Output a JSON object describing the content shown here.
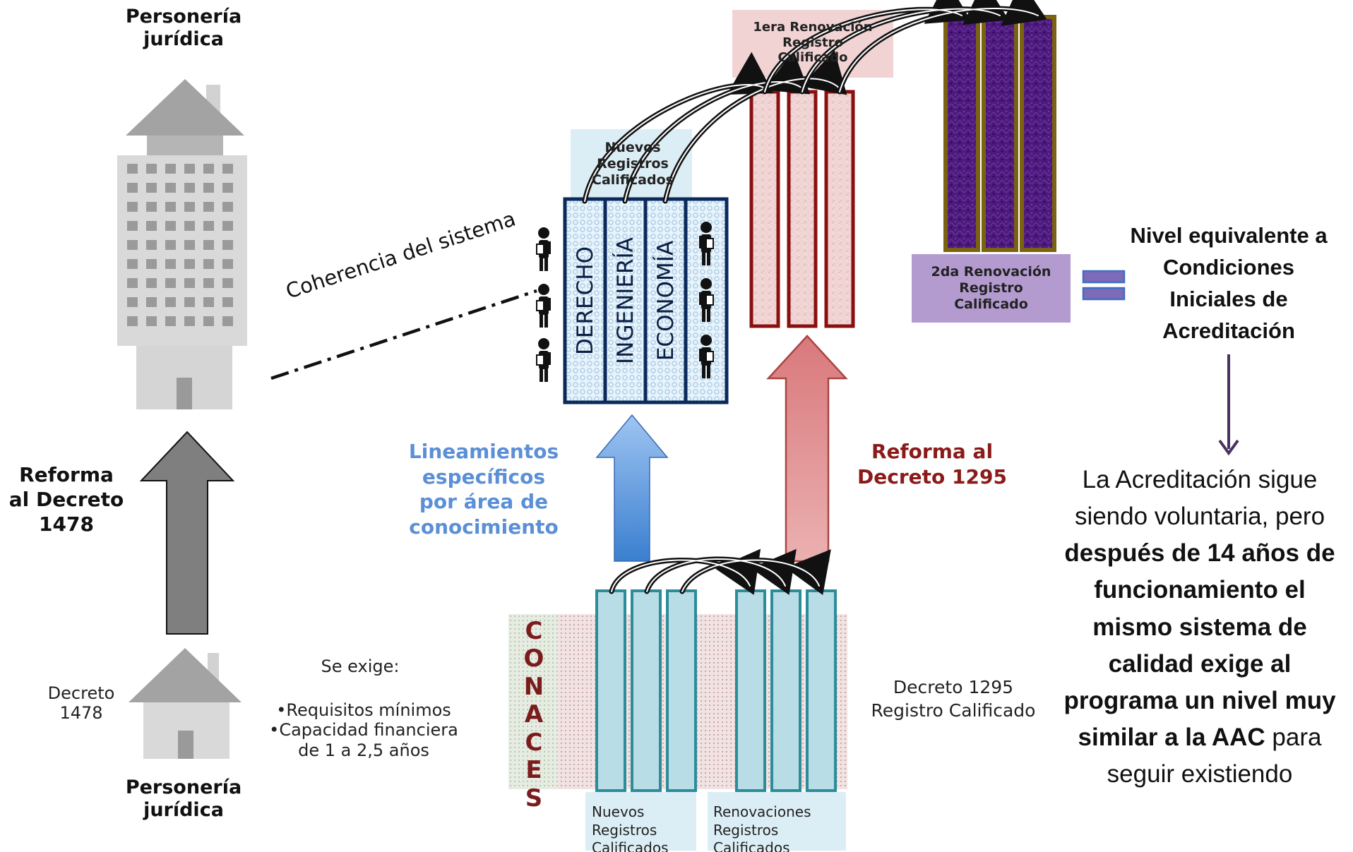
{
  "colors": {
    "building_gray": "#a3a3a3",
    "building_light": "#d9d9d9",
    "window": "#9a9a9a",
    "arrow_dark": "#7f7f7f",
    "blue_text": "#5b8fd6",
    "red_text": "#8b1a1a",
    "navy": "#0b2a5c",
    "maroon": "#8b0f0f",
    "olive": "#7a6210",
    "purple_fill": "#4b1a7a",
    "lavender": "#b39bd0",
    "teal_border": "#2d8c9a",
    "teal_fill": "#b8dde6",
    "arrow_purple": "#4a3060"
  },
  "left": {
    "top_title": "Personería\njurídica",
    "reform_label": "Reforma\nal Decreto\n1478",
    "decree_label": "Decreto\n1478",
    "bottom_title": "Personería\njurídica",
    "requirements_heading": "Se exige:",
    "requirements_list": "•Requisitos mínimos\n•Capacidad financiera\nde 1 a 2,5 años"
  },
  "center": {
    "coherence_label": "Coherencia del sistema",
    "nuevos_registros_top": "Nuevos\nRegistros\nCalificados",
    "programs": [
      "DERECHO",
      "INGENIERÍA",
      "ECONOMÍA"
    ],
    "blue_arrow_label": "Lineamientos\nespecíficos\npor área de\nconocimiento",
    "conaces_letters": [
      "C",
      "O",
      "N",
      "A",
      "C",
      "E",
      "S"
    ],
    "bottom_left_caption": "Nuevos\nRegistros\nCalificados",
    "bottom_right_caption": "Renovaciones\nRegistros\nCalificados",
    "decree_1295_label": "Decreto 1295\nRegistro Calificado"
  },
  "right": {
    "first_renewal": "1era Renovación\nRegistro\nCalificado",
    "red_arrow_label": "Reforma al\nDecreto 1295",
    "second_renewal": "2da Renovación\nRegistro\nCalificado",
    "equivalent_label": "Nivel equivalente a\nCondiciones\nIniciales de\nAcreditación",
    "conclusion_p1": "La Acreditación sigue\nsiendo voluntaria, pero",
    "conclusion_p2_bold": "después de 14 años de\nfuncionamiento el\nmismo sistema de\ncalidad exige al\nprograma un nivel muy\nsimilar a la AAC",
    "conclusion_p2_tail": " para",
    "conclusion_p3": "seguir existiendo"
  },
  "icons": {
    "tower": "office-building-icon",
    "house": "house-icon",
    "person": "person-icon",
    "equals": "equals-icon"
  }
}
